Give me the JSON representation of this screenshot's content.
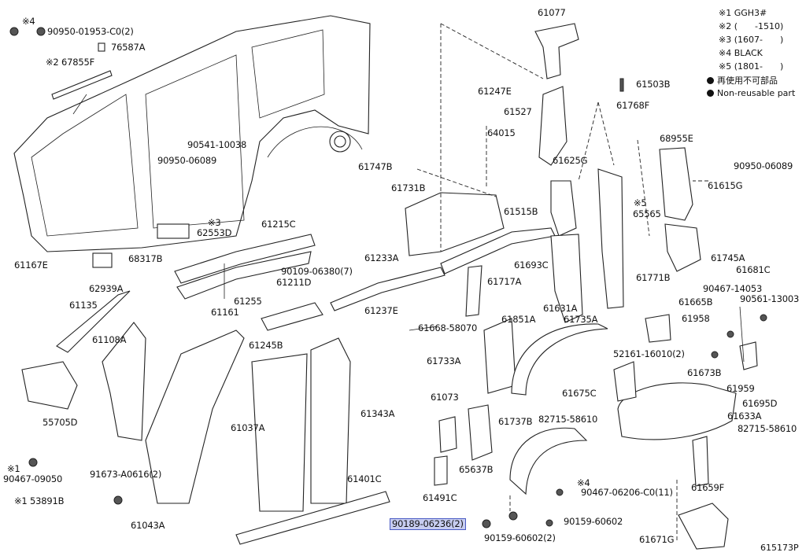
{
  "legend": {
    "notes": [
      "※1 GGH3#",
      "※2 (　　-1510)",
      "※3 (1607-　　)",
      "※4 BLACK",
      "※5 (1801-　　)"
    ],
    "reuse_jp": "再使用不可部品",
    "reuse_en": "Non-reusable part"
  },
  "diagram_id": "615173P",
  "highlighted_part": "90189-06236(2)",
  "parts": [
    {
      "id": "p1",
      "label": "※4"
    },
    {
      "id": "p2",
      "label": "90950-01953-C0(2)"
    },
    {
      "id": "p3",
      "label": "76587A"
    },
    {
      "id": "p4",
      "label": "※2 67855F"
    },
    {
      "id": "p5",
      "label": "90541-10038"
    },
    {
      "id": "p6",
      "label": "90950-06089"
    },
    {
      "id": "p7",
      "label": "※3"
    },
    {
      "id": "p8",
      "label": "62553D"
    },
    {
      "id": "p9",
      "label": "61167E"
    },
    {
      "id": "p10",
      "label": "61215C"
    },
    {
      "id": "p11",
      "label": "68317B"
    },
    {
      "id": "p12",
      "label": "90109-06380(7)"
    },
    {
      "id": "p13",
      "label": "62939A"
    },
    {
      "id": "p14",
      "label": "61255"
    },
    {
      "id": "p15",
      "label": "61135"
    },
    {
      "id": "p16",
      "label": "61211D"
    },
    {
      "id": "p17",
      "label": "61233A"
    },
    {
      "id": "p18",
      "label": "61108A"
    },
    {
      "id": "p19",
      "label": "61161"
    },
    {
      "id": "p20",
      "label": "61245B"
    },
    {
      "id": "p21",
      "label": "55705D"
    },
    {
      "id": "p22",
      "label": "61037A"
    },
    {
      "id": "p23",
      "label": "61343A"
    },
    {
      "id": "p24",
      "label": "※1"
    },
    {
      "id": "p25",
      "label": "90467-09050"
    },
    {
      "id": "p26",
      "label": "※1 53891B"
    },
    {
      "id": "p27",
      "label": "91673-A0616(2)"
    },
    {
      "id": "p28",
      "label": "61043A"
    },
    {
      "id": "p29",
      "label": "61401C"
    },
    {
      "id": "p30",
      "label": "61077"
    },
    {
      "id": "p31",
      "label": "61247E"
    },
    {
      "id": "p32",
      "label": "61527"
    },
    {
      "id": "p33",
      "label": "64015"
    },
    {
      "id": "p34",
      "label": "61747B"
    },
    {
      "id": "p35",
      "label": "61731B"
    },
    {
      "id": "p36",
      "label": "61515B"
    },
    {
      "id": "p37",
      "label": "61237E"
    },
    {
      "id": "p38",
      "label": "61668-58070"
    },
    {
      "id": "p39",
      "label": "61693C"
    },
    {
      "id": "p40",
      "label": "61717A"
    },
    {
      "id": "p41",
      "label": "61851A"
    },
    {
      "id": "p42",
      "label": "61733A"
    },
    {
      "id": "p43",
      "label": "61631A"
    },
    {
      "id": "p44",
      "label": "61735A"
    },
    {
      "id": "p45",
      "label": "61073"
    },
    {
      "id": "p46",
      "label": "61737B"
    },
    {
      "id": "p47",
      "label": "82715-58610"
    },
    {
      "id": "p48",
      "label": "65637B"
    },
    {
      "id": "p49",
      "label": "61491C"
    },
    {
      "id": "p50",
      "label": "※4"
    },
    {
      "id": "p51",
      "label": "90467-06206-C0(11)"
    },
    {
      "id": "p52",
      "label": "90189-06236(2)"
    },
    {
      "id": "p53",
      "label": "90159-60602"
    },
    {
      "id": "p54",
      "label": "90159-60602(2)"
    },
    {
      "id": "p55",
      "label": "61503B"
    },
    {
      "id": "p56",
      "label": "61768F"
    },
    {
      "id": "p57",
      "label": "68955E"
    },
    {
      "id": "p58",
      "label": "61625G"
    },
    {
      "id": "p59",
      "label": "90950-06089"
    },
    {
      "id": "p60",
      "label": "61615G"
    },
    {
      "id": "p61",
      "label": "※5"
    },
    {
      "id": "p62",
      "label": "65565"
    },
    {
      "id": "p63",
      "label": "61745A"
    },
    {
      "id": "p64",
      "label": "61771B"
    },
    {
      "id": "p65",
      "label": "61681C"
    },
    {
      "id": "p66",
      "label": "90467-14053"
    },
    {
      "id": "p67",
      "label": "90561-13003"
    },
    {
      "id": "p68",
      "label": "61665B"
    },
    {
      "id": "p69",
      "label": "61958"
    },
    {
      "id": "p70",
      "label": "52161-16010(2)"
    },
    {
      "id": "p71",
      "label": "61673B"
    },
    {
      "id": "p72",
      "label": "61959"
    },
    {
      "id": "p73",
      "label": "61675C"
    },
    {
      "id": "p74",
      "label": "61695D"
    },
    {
      "id": "p75",
      "label": "61633A"
    },
    {
      "id": "p76",
      "label": "82715-58610"
    },
    {
      "id": "p77",
      "label": "61659F"
    },
    {
      "id": "p78",
      "label": "61671G"
    }
  ]
}
